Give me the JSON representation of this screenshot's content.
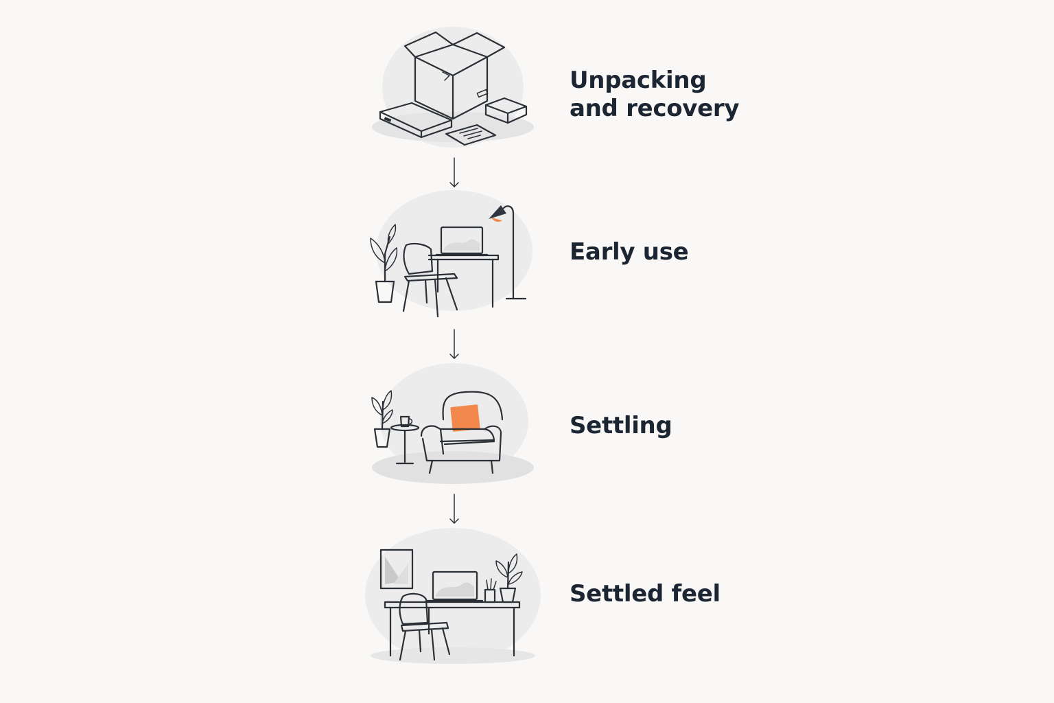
{
  "steps": [
    {
      "label": "Unpacking and recovery",
      "illustration": "open-box-icon"
    },
    {
      "label": "Early use",
      "illustration": "desk-with-lamp-icon"
    },
    {
      "label": "Settling",
      "illustration": "armchair-icon"
    },
    {
      "label": "Settled feel",
      "illustration": "finished-workspace-icon"
    }
  ],
  "colors": {
    "background": "#f9f8f6",
    "label_text": "#1c2633",
    "line_art": "#2b2f36",
    "accent": "#f2884b",
    "halo": "#ececec"
  }
}
